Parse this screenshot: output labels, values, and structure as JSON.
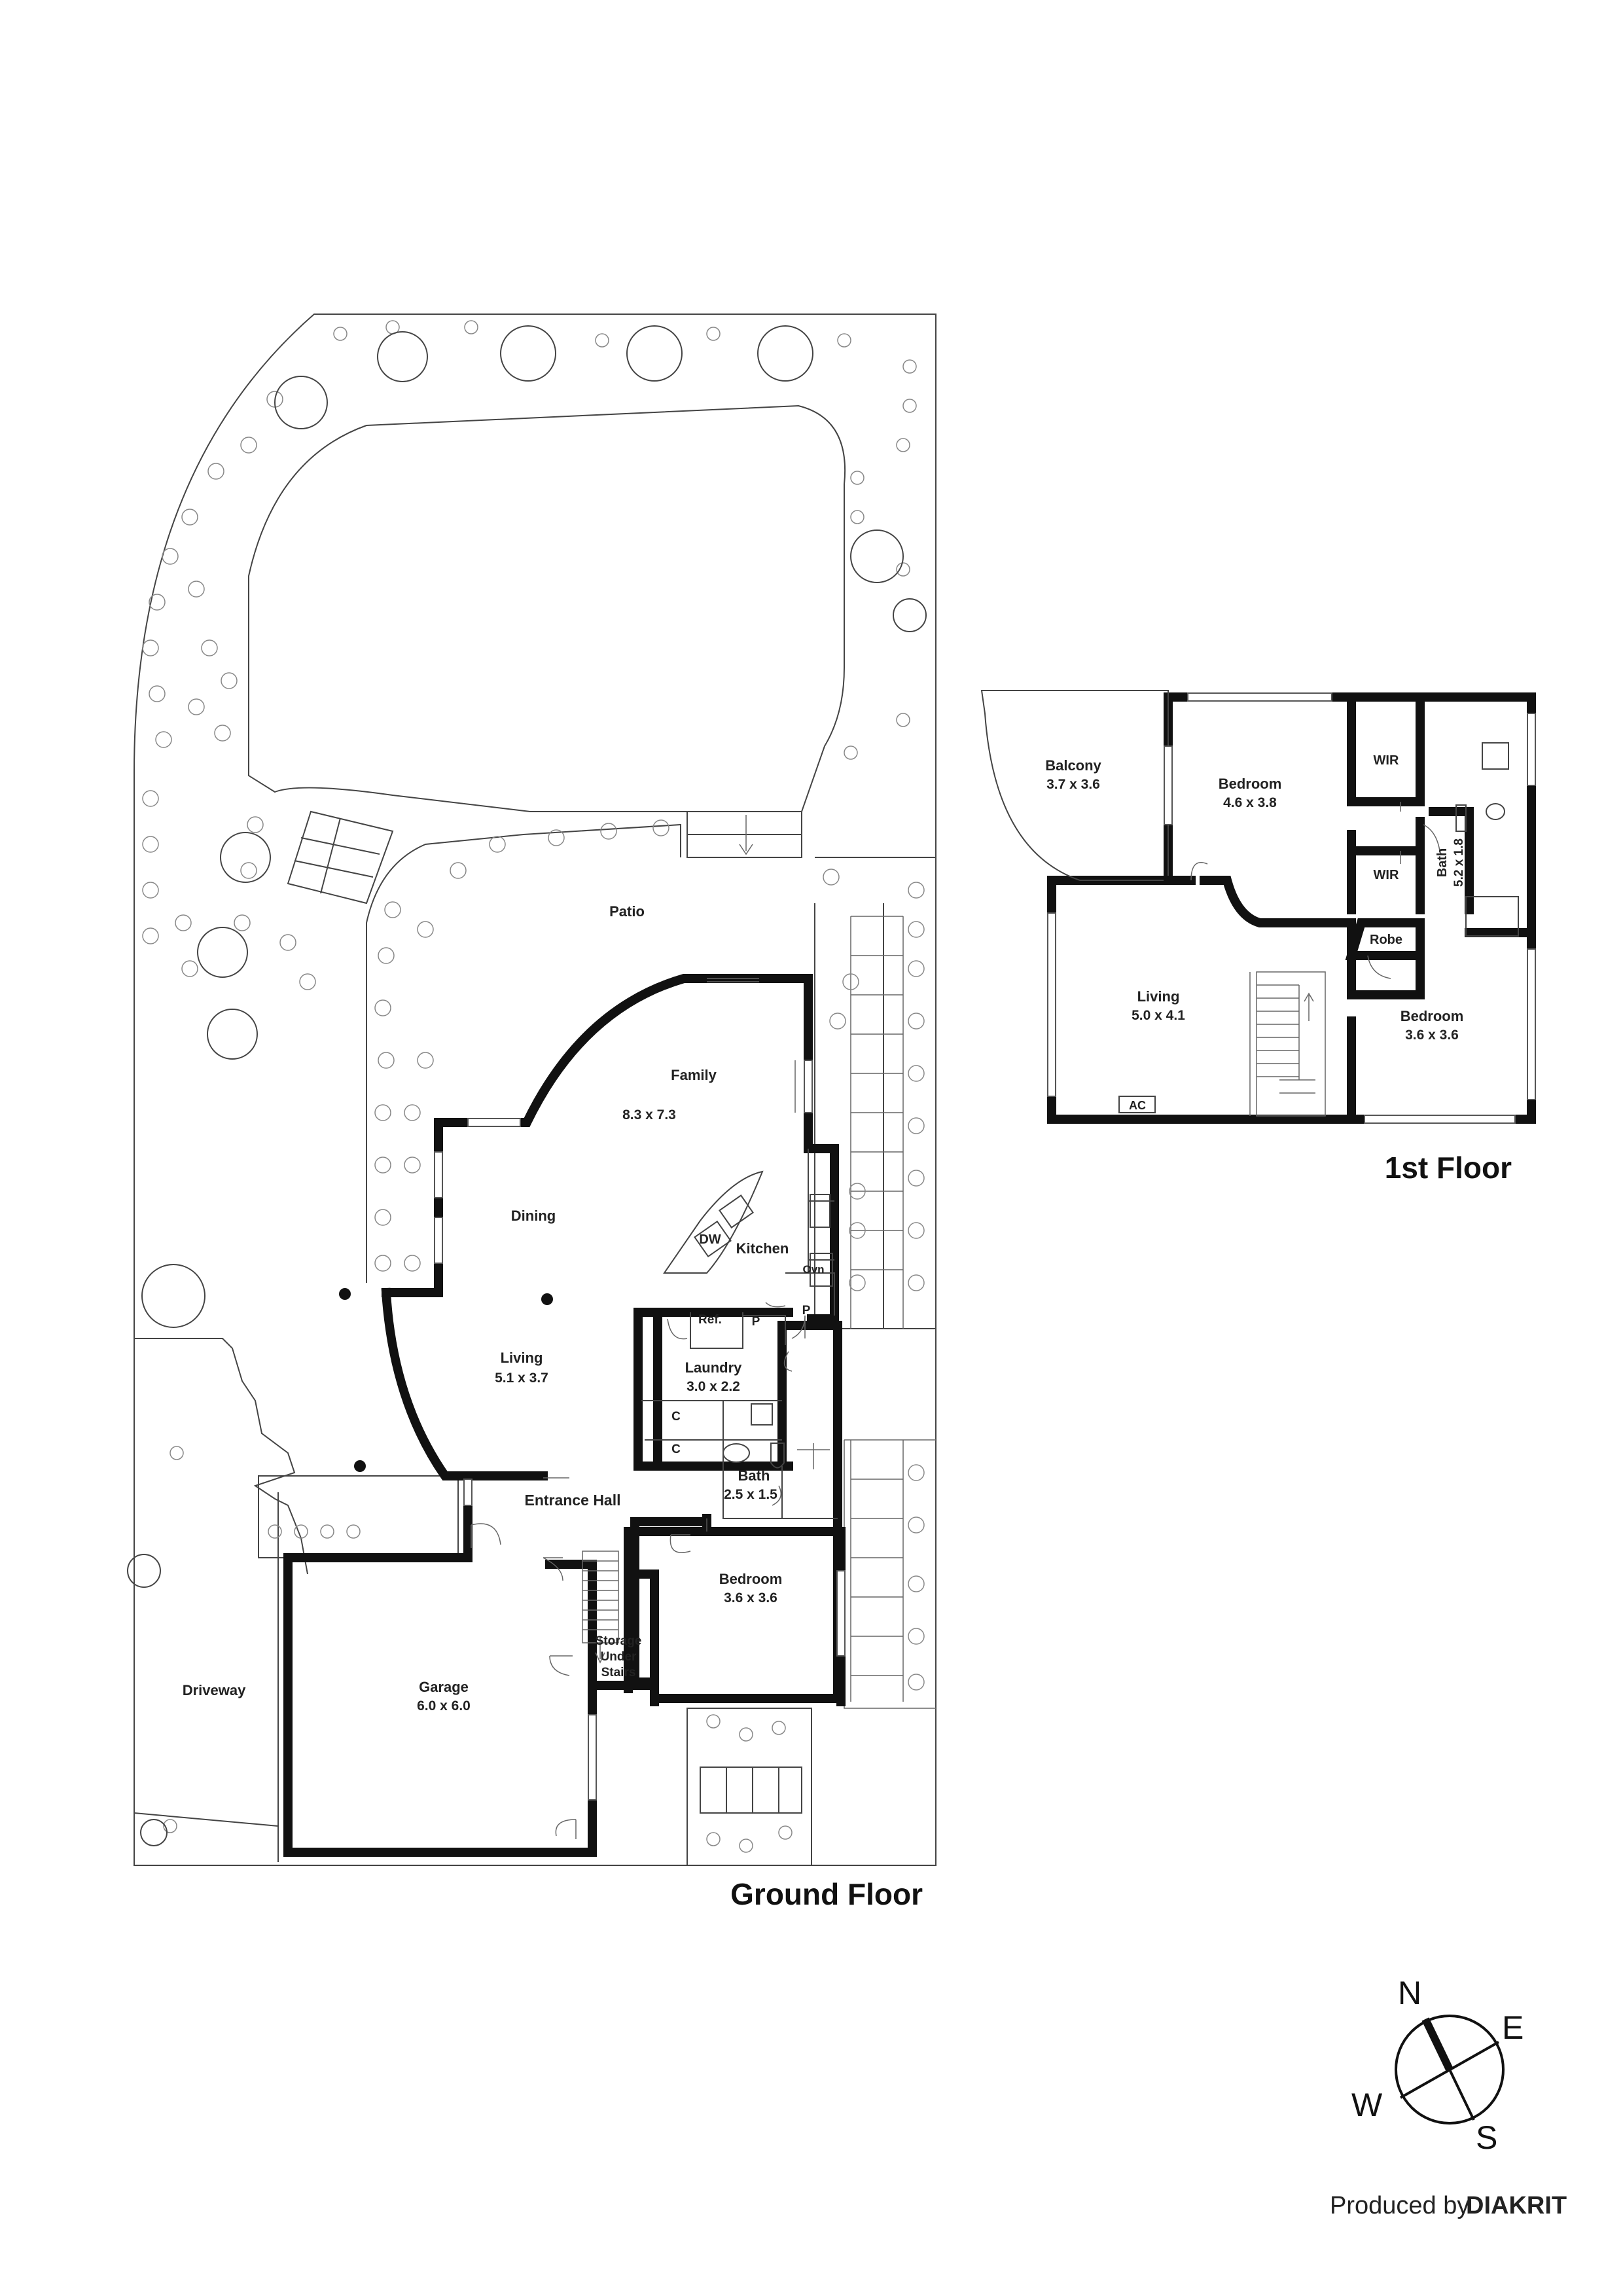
{
  "plans": {
    "ground_floor_title": "Ground Floor",
    "first_floor_title": "1st Floor"
  },
  "ground_floor": {
    "patio": "Patio",
    "family": "Family",
    "family_dim": "8.3 x 7.3",
    "dining": "Dining",
    "kitchen": "Kitchen",
    "dishwasher": "DW",
    "oven": "Ovn",
    "fridge": "Ref.",
    "pantry_1": "P",
    "pantry_2": "P",
    "living": "Living",
    "living_dim": "5.1 x 3.7",
    "laundry": "Laundry",
    "laundry_dim": "3.0 x 2.2",
    "cupboard_1": "C",
    "cupboard_2": "C",
    "bath": "Bath",
    "bath_dim": "2.5 x 1.5",
    "entrance_hall": "Entrance Hall",
    "bedroom": "Bedroom",
    "bedroom_dim": "3.6 x 3.6",
    "storage_line1": "Storage",
    "storage_line2": "Under",
    "storage_line3": "Stairs",
    "garage": "Garage",
    "garage_dim": "6.0 x 6.0",
    "driveway": "Driveway"
  },
  "first_floor": {
    "balcony": "Balcony",
    "balcony_dim": "3.7 x 3.6",
    "bedroom_main": "Bedroom",
    "bedroom_main_dim": "4.6 x 3.8",
    "wir_1": "WIR",
    "wir_2": "WIR",
    "bath": "Bath",
    "bath_dim": "5.2 x 1.8",
    "robe": "Robe",
    "living": "Living",
    "living_dim": "5.0 x 4.1",
    "ac": "AC",
    "bedroom_2": "Bedroom",
    "bedroom_2_dim": "3.6 x 3.6"
  },
  "compass": {
    "n": "N",
    "e": "E",
    "s": "S",
    "w": "W"
  },
  "credit": {
    "produced_by": "Produced by",
    "brand": "DIAKRIT"
  }
}
